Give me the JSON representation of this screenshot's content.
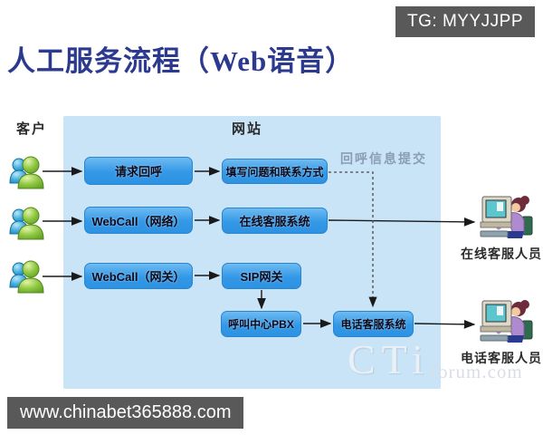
{
  "badges": {
    "telegram": "TG: MYYJJPP",
    "website": "www.chinabet365888.com"
  },
  "title": "人工服务流程（Web语音）",
  "diagram": {
    "lanes": {
      "customer": "客户",
      "website": "网站"
    },
    "nodes": {
      "request_callback": "请求回呼",
      "fill_contact": "填写问题和联系方式",
      "webcall_network": "WebCall（网络）",
      "online_service_system": "在线客服系统",
      "webcall_gateway": "WebCall（网关）",
      "sip_gateway": "SIP网关",
      "call_center_pbx": "呼叫中心PBX",
      "phone_service_system": "电话客服系统"
    },
    "annotations": {
      "callback_submit": "回呼信息提交"
    },
    "actors": {
      "online_agent": "在线客服人员",
      "phone_agent": "电话客服人员"
    },
    "icons": {
      "customer": "msn-buddy-icon",
      "agent": "agent-at-computer-icon"
    },
    "edges": [
      {
        "from": "customer-1",
        "to": "request_callback",
        "style": "solid"
      },
      {
        "from": "request_callback",
        "to": "fill_contact",
        "style": "solid"
      },
      {
        "from": "fill_contact",
        "to": "phone_service_system",
        "style": "dashed",
        "label": "回呼信息提交"
      },
      {
        "from": "customer-2",
        "to": "webcall_network",
        "style": "solid"
      },
      {
        "from": "webcall_network",
        "to": "online_service_system",
        "style": "solid"
      },
      {
        "from": "online_service_system",
        "to": "online_agent",
        "style": "solid"
      },
      {
        "from": "customer-3",
        "to": "webcall_gateway",
        "style": "solid"
      },
      {
        "from": "webcall_gateway",
        "to": "sip_gateway",
        "style": "solid"
      },
      {
        "from": "sip_gateway",
        "to": "call_center_pbx",
        "style": "solid"
      },
      {
        "from": "call_center_pbx",
        "to": "phone_service_system",
        "style": "solid"
      },
      {
        "from": "phone_service_system",
        "to": "phone_agent",
        "style": "solid"
      }
    ],
    "colors": {
      "panel_bg": "#C9E3F7",
      "node_fill": "#2F97E6",
      "title": "#2B3A8F",
      "badge_bg": "#595959",
      "annotation": "#8A9DB5"
    }
  },
  "watermark": {
    "big": "CTi",
    "small": "forum.com"
  }
}
